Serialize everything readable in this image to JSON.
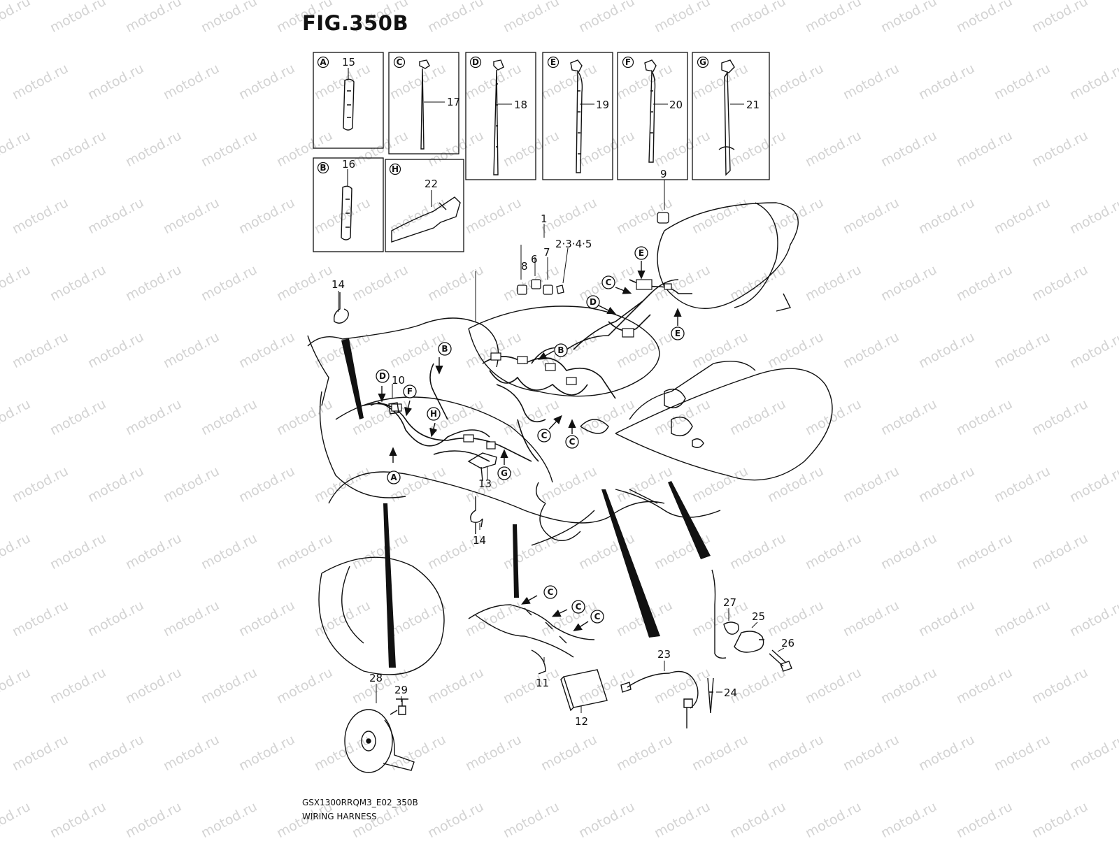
{
  "figure": {
    "title": "FIG.350B",
    "footer_code": "GSX1300RRQM3_E02_350B",
    "footer_name": "WIRING HARNESS",
    "watermark": "motod.ru"
  },
  "inset_boxes": [
    {
      "letter": "A",
      "part": "15"
    },
    {
      "letter": "C",
      "part": "17"
    },
    {
      "letter": "D",
      "part": "18"
    },
    {
      "letter": "E",
      "part": "19"
    },
    {
      "letter": "F",
      "part": "20"
    },
    {
      "letter": "G",
      "part": "21"
    },
    {
      "letter": "B",
      "part": "16"
    },
    {
      "letter": "H",
      "part": "22"
    }
  ],
  "part_labels": [
    {
      "id": "9",
      "text": "9"
    },
    {
      "id": "1",
      "text": "1"
    },
    {
      "id": "2345",
      "text": "2·3·4·5"
    },
    {
      "id": "6",
      "text": "6"
    },
    {
      "id": "7",
      "text": "7"
    },
    {
      "id": "8",
      "text": "8"
    },
    {
      "id": "14a",
      "text": "14"
    },
    {
      "id": "10",
      "text": "10"
    },
    {
      "id": "13",
      "text": "13"
    },
    {
      "id": "14b",
      "text": "14"
    },
    {
      "id": "27",
      "text": "27"
    },
    {
      "id": "25",
      "text": "25"
    },
    {
      "id": "26",
      "text": "26"
    },
    {
      "id": "23",
      "text": "23"
    },
    {
      "id": "24",
      "text": "24"
    },
    {
      "id": "28",
      "text": "28"
    },
    {
      "id": "29",
      "text": "29"
    },
    {
      "id": "11",
      "text": "11"
    },
    {
      "id": "12",
      "text": "12"
    }
  ],
  "callouts": [
    {
      "id": "E1",
      "text": "E"
    },
    {
      "id": "C1",
      "text": "C"
    },
    {
      "id": "D1",
      "text": "D"
    },
    {
      "id": "E2",
      "text": "E"
    },
    {
      "id": "B1",
      "text": "B"
    },
    {
      "id": "B2",
      "text": "B"
    },
    {
      "id": "D2",
      "text": "D"
    },
    {
      "id": "F1",
      "text": "F"
    },
    {
      "id": "H1",
      "text": "H"
    },
    {
      "id": "C2",
      "text": "C"
    },
    {
      "id": "C3",
      "text": "C"
    },
    {
      "id": "A1",
      "text": "A"
    },
    {
      "id": "G1",
      "text": "G"
    },
    {
      "id": "C4",
      "text": "C"
    },
    {
      "id": "C5",
      "text": "C"
    },
    {
      "id": "C6",
      "text": "C"
    }
  ]
}
